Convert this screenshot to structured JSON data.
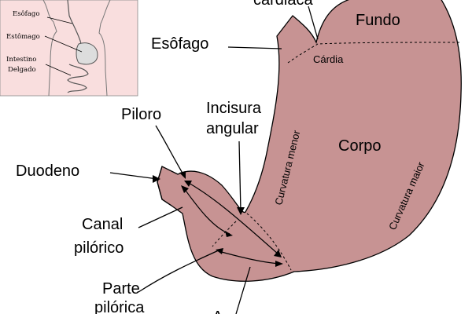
{
  "inset": {
    "labels": [
      "Esôfago",
      "Estômago",
      "Intestino",
      "Delgado"
    ]
  },
  "labels": {
    "cardiac_notch": "cárdiaca",
    "fundus": "Fundo",
    "esophagus": "Esôfago",
    "cardia": "Cárdia",
    "pylorus": "Piloro",
    "angular_incisure_line1": "Incisura",
    "angular_incisure_line2": "angular",
    "lesser_curvature": "Curvatura menor",
    "body": "Corpo",
    "greater_curvature": "Curvatura maior",
    "duodenum": "Duodeno",
    "pyloric_canal_line1": "Canal",
    "pyloric_canal_line2": "pilórico",
    "pyloric_part_line1": "Parte",
    "pyloric_part_line2": "pilórica",
    "antrum_partial": "A"
  },
  "colors": {
    "stomach_fill": "#c79393",
    "inset_bg": "#f9dede",
    "outline": "#000000"
  }
}
